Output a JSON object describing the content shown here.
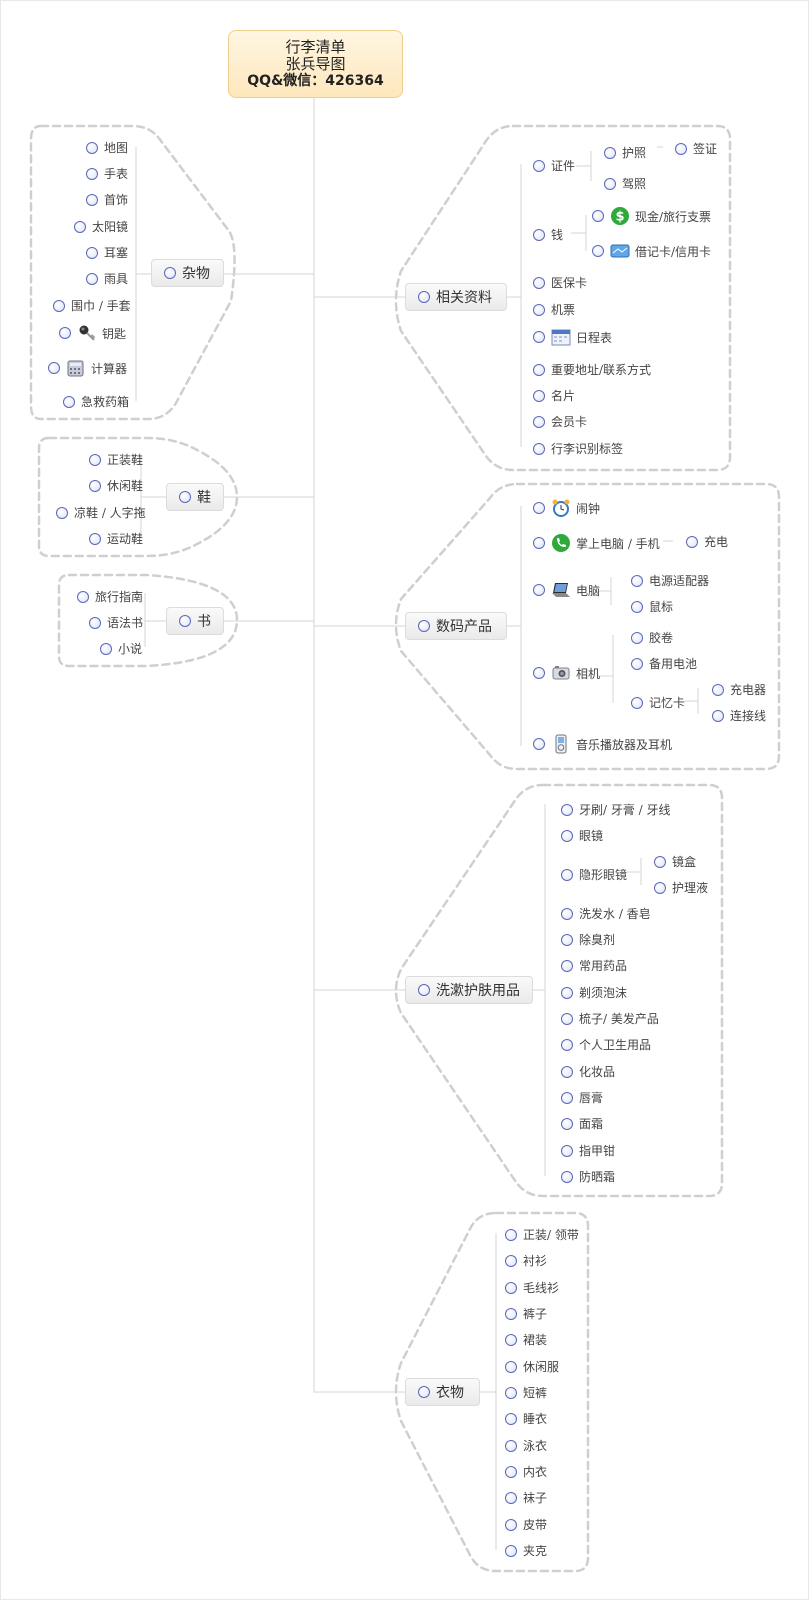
{
  "root": {
    "line1": "行李清单",
    "line2": "张兵导图",
    "line3": "QQ&微信：426364"
  },
  "left": {
    "misc": {
      "label": "杂物",
      "items": [
        "地图",
        "手表",
        "首饰",
        "太阳镜",
        "耳塞",
        "雨具",
        "围巾 / 手套",
        "钥匙",
        "计算器",
        "急救药箱"
      ]
    },
    "shoes": {
      "label": "鞋",
      "items": [
        "正装鞋",
        "休闲鞋",
        "凉鞋 / 人字拖",
        "运动鞋"
      ]
    },
    "books": {
      "label": "书",
      "items": [
        "旅行指南",
        "语法书",
        "小说"
      ]
    }
  },
  "right": {
    "docs": {
      "label": "相关资料",
      "id": "证件",
      "passport": "护照",
      "visa": "签证",
      "license": "驾照",
      "money": "钱",
      "cash": "现金/旅行支票",
      "card": "借记卡/信用卡",
      "medical": "医保卡",
      "ticket": "机票",
      "schedule": "日程表",
      "contacts": "重要地址/联系方式",
      "namecard": "名片",
      "member": "会员卡",
      "tag": "行李识别标签"
    },
    "digital": {
      "label": "数码产品",
      "alarm": "闹钟",
      "pda": "掌上电脑 / 手机",
      "charge": "充电",
      "computer": "电脑",
      "adapter": "电源适配器",
      "mouse": "鼠标",
      "camera": "相机",
      "film": "胶卷",
      "battery": "备用电池",
      "memory": "记忆卡",
      "charger": "充电器",
      "cable": "连接线",
      "music": "音乐播放器及耳机"
    },
    "toiletries": {
      "label": "洗漱护肤用品",
      "toothbrush": "牙刷/ 牙膏 / 牙线",
      "glasses": "眼镜",
      "contacts": "隐形眼镜",
      "lenscase": "镜盒",
      "solution": "护理液",
      "rest": [
        "洗发水 / 香皂",
        "除臭剂",
        "常用药品",
        "剃须泡沫",
        "梳子/ 美发产品",
        "个人卫生用品",
        "化妆品",
        "唇膏",
        "面霜",
        "指甲钳",
        "防晒霜"
      ]
    },
    "clothes": {
      "label": "衣物",
      "items": [
        "正装/ 领带",
        "衬衫",
        "毛线衫",
        "裤子",
        "裙装",
        "休闲服",
        "短裤",
        "睡衣",
        "泳衣",
        "内衣",
        "袜子",
        "皮带",
        "夹克"
      ]
    }
  },
  "colors": {
    "bullet_border": "#5a67b8",
    "root_border": "#f0cf8c",
    "boundary": "#c8c8c8"
  }
}
